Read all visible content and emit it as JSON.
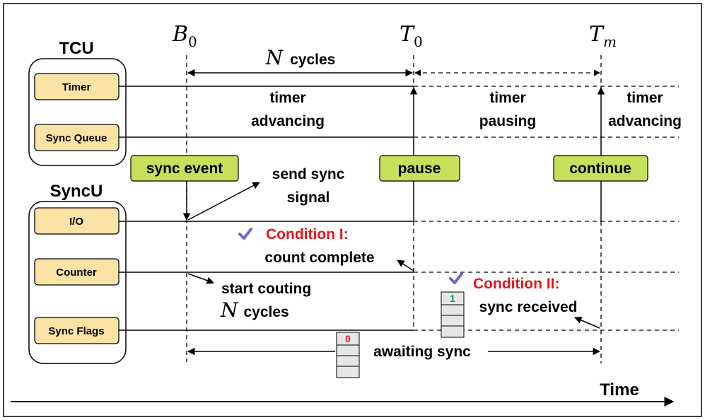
{
  "colors": {
    "module_fill": "#fbe3a6",
    "event_fill": "#c5e05a",
    "condition": "#e8141b",
    "check": "#7a5fd0",
    "flag_zero": "#e8141b",
    "flag_one": "#0a9a3c",
    "flag_fill": "#e6e6e6"
  },
  "groups": {
    "tcu": {
      "title": "TCU",
      "modules": [
        "Timer",
        "Sync Queue"
      ]
    },
    "syncu": {
      "title": "SyncU",
      "modules": [
        "I/O",
        "Counter",
        "Sync Flags"
      ]
    }
  },
  "time_markers": [
    {
      "base": "B",
      "sub": "0"
    },
    {
      "base": "T",
      "sub": "0"
    },
    {
      "base": "T",
      "sub": "m"
    }
  ],
  "span": {
    "var": "N",
    "text": "cycles"
  },
  "timer_states": [
    [
      "timer",
      "advancing"
    ],
    [
      "timer",
      "pausing"
    ],
    [
      "timer",
      "advancing"
    ]
  ],
  "events": [
    "sync event",
    "pause",
    "continue"
  ],
  "send_signal": [
    "send sync",
    "signal"
  ],
  "condition1": {
    "title": "Condition I:",
    "detail": "count complete"
  },
  "condition2": {
    "title": "Condition II:",
    "detail": "sync received"
  },
  "counting": {
    "line1": "start couting",
    "var": "N",
    "line2": "cycles"
  },
  "awaiting": "awaiting sync",
  "flag_values": [
    "0",
    "1"
  ],
  "time_label": "Time"
}
